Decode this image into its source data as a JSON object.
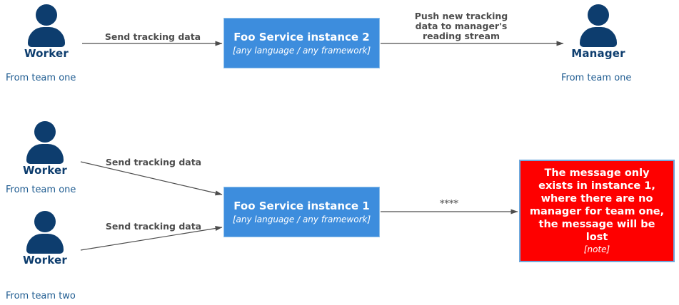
{
  "diagram": {
    "colors": {
      "actor": "#0d3d6e",
      "caption": "#1f5c91",
      "service_fill": "#3d8ddd",
      "service_border": "#8fc0ea",
      "note_fill": "#fe0000",
      "note_border": "#6fa8dc",
      "edge": "#4d4d4d",
      "background": "#ffffff"
    },
    "actors": [
      {
        "name": "Worker",
        "caption": "From team one"
      },
      {
        "name": "Manager",
        "caption": "From team one"
      },
      {
        "name": "Worker",
        "caption": "From team one"
      },
      {
        "name": "Worker",
        "caption": "From team two"
      }
    ],
    "services": [
      {
        "title": "Foo Service instance 2",
        "subtitle": "[any language / any framework]"
      },
      {
        "title": "Foo Service instance 1",
        "subtitle": "[any language / any framework]"
      }
    ],
    "notes": [
      {
        "text": "The message only exists in instance 1, where there are no manager for team one, the message will be lost",
        "subtitle": "[note]"
      }
    ],
    "edges": [
      {
        "label": "Send tracking data"
      },
      {
        "label": "Push new tracking\ndata to manager's\nreading stream"
      },
      {
        "label": "Send tracking data"
      },
      {
        "label": "Send tracking data"
      },
      {
        "label": "****"
      }
    ]
  }
}
